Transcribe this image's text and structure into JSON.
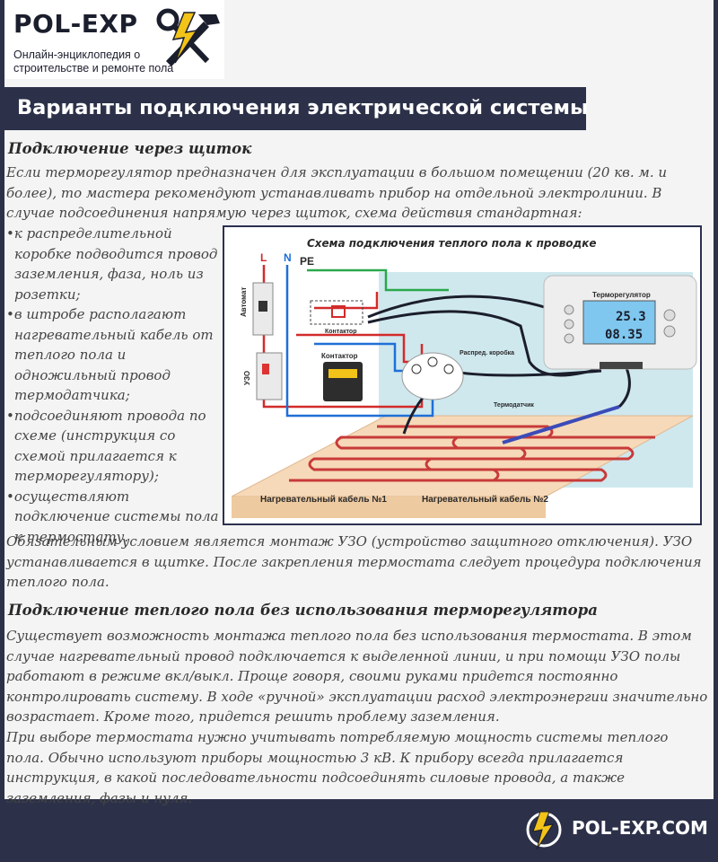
{
  "brand": {
    "name": "POL-EXP",
    "tagline": "Онлайн-энциклопедия о строительстве и ремонте пола",
    "site": "POL-EXP.COM"
  },
  "page_title": "Варианты подключения электрической системы",
  "section1": {
    "heading": "Подключение через щиток",
    "intro": "Если терморегулятор предназначен для эксплуатации в большом помещении (20 кв. м. и более), то мастера рекомендуют устанавливать прибор на отдельной электролинии. В случае подсоединения напрямую через щиток, схема действия стандартная:",
    "bullets": [
      "к распределительной коробке подводится провод заземления, фаза, ноль из розетки;",
      "в штробе располагают нагревательный кабель от теплого пола и одножильный провод термодатчика;",
      "подсоединяют провода по схеме (инструкция со схемой прилагается к терморегулятору);",
      "осуществляют подключение системы пола к термостату."
    ],
    "outro": "Обязательным условием является монтаж УЗО (устройство защитного отключения). УЗО устанавливается в щитке. После закрепления термостата следует процедура подключения теплого пола."
  },
  "diagram": {
    "title": "Схема подключения теплого пола к проводке",
    "wire_labels": {
      "L": "L",
      "N": "N",
      "PE": "PE"
    },
    "labels": {
      "breaker": "Автомат",
      "rcd": "УЗО",
      "contactor_top": "Контактор",
      "contactor_side": "Контактор",
      "junction_box": "Распред. коробка",
      "thermostat": "Терморегулятор",
      "sensor": "Термодатчик",
      "cable1": "Нагревательный кабель №1",
      "cable2": "Нагревательный кабель №2"
    },
    "thermostat_display": {
      "temp1": "25.3",
      "temp2": "08.35"
    },
    "colors": {
      "phase": "#d22b2b",
      "neutral": "#1f6fd6",
      "ground": "#2aa84a",
      "cable": "#c83a3a",
      "floor": "#f6d9b8",
      "wall": "#cfe8ee"
    }
  },
  "section2": {
    "heading": "Подключение теплого пола без использования терморегулятора",
    "p1": "Существует возможность монтажа теплого пола без использования термостата. В этом случае нагревательный провод подключается к выделенной линии, и при помощи УЗО полы работают в режиме вкл/выкл. Проще говоря, своими руками придется постоянно контролировать систему. В ходе «ручной» эксплуатации расход электроэнергии значительно возрастает. Кроме того, придется решить проблему заземления.",
    "p2": "При выборе термостата нужно учитывать потребляемую мощность системы теплого пола. Обычно используют приборы мощностью 3 кВ. К прибору всегда прилагается инструкция, в какой последовательности подсоединять силовые провода, а также заземления, фазы и нуля."
  }
}
